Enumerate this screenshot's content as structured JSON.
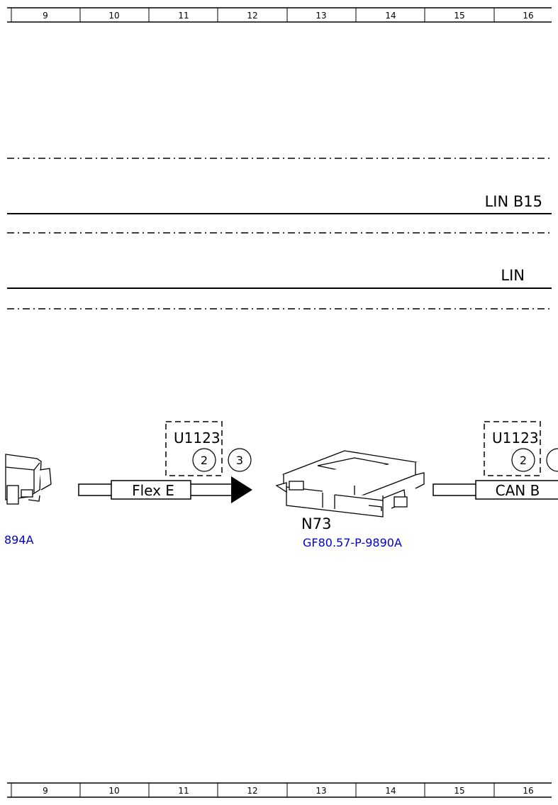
{
  "ruler": {
    "columns": [
      "9",
      "10",
      "11",
      "12",
      "13",
      "14",
      "15",
      "16"
    ]
  },
  "buses": {
    "lin_b15": "LIN B15",
    "lin": "LIN"
  },
  "components": {
    "left_partial_ref": "894A",
    "center_id": "N73",
    "center_ref": "GF80.57-P-9890A"
  },
  "connections": {
    "flex_label": "Flex E",
    "can_label": "CAN B",
    "fault_code_left": "U1123",
    "fault_code_right": "U1123",
    "circle_2": "2",
    "circle_3": "3",
    "circle_2_right": "2"
  },
  "colors": {
    "link": "#0000cc",
    "line": "#000000"
  },
  "icons": [
    "connector-arrow-icon",
    "control-unit-icon"
  ]
}
